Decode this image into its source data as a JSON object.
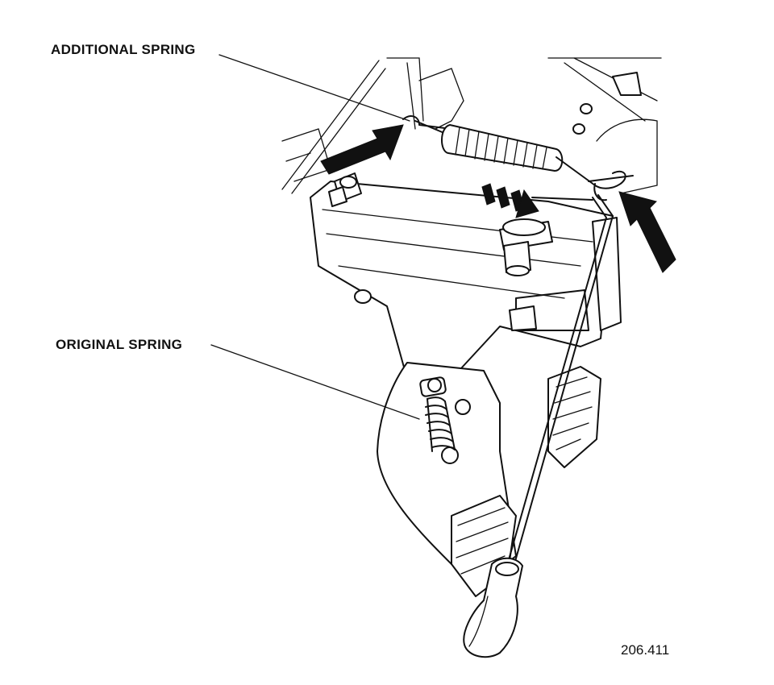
{
  "labels": {
    "additional_spring": "ADDITIONAL SPRING",
    "original_spring": "ORIGINAL SPRING",
    "figure_number": "206.411"
  },
  "colors": {
    "ink": "#111111",
    "paper": "#ffffff"
  },
  "icons": {
    "attach_arrow": "arrow-icon",
    "hook_arrow": "arrow-icon",
    "stretch_direction": "dashed-arrow-icon"
  }
}
